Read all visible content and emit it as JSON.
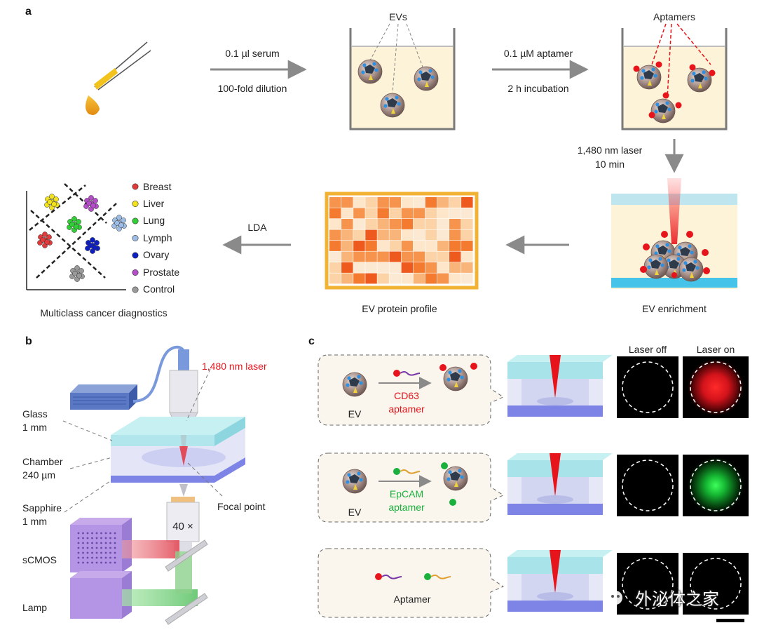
{
  "panels": {
    "a": "a",
    "b": "b",
    "c": "c"
  },
  "panel_a": {
    "step1_line1": "0.1 µl serum",
    "step1_line2": "100-fold dilution",
    "evs_label": "EVs",
    "step2_line1": "0.1 µM aptamer",
    "step2_line2": "2 h incubation",
    "aptamers_label": "Aptamers",
    "laser_line1": "1,480 nm laser",
    "laser_line2": "10 min",
    "enrichment_label": "EV enrichment",
    "profile_label": "EV protein profile",
    "lda_label": "LDA",
    "diagnostics_label": "Multiclass cancer diagnostics",
    "legend": [
      {
        "name": "Breast",
        "color": "#e03a3a"
      },
      {
        "name": "Liver",
        "color": "#f2e21c"
      },
      {
        "name": "Lung",
        "color": "#2fcf35"
      },
      {
        "name": "Lymph",
        "color": "#9dbde6"
      },
      {
        "name": "Ovary",
        "color": "#0e1fc2"
      },
      {
        "name": "Prostate",
        "color": "#b44ec8"
      },
      {
        "name": "Control",
        "color": "#9a9a9a"
      }
    ]
  },
  "panel_b": {
    "laser_label": "1,480 nm laser",
    "glass_line1": "Glass",
    "glass_line2": "1 mm",
    "chamber_line1": "Chamber",
    "chamber_line2": "240 µm",
    "sapphire_line1": "Sapphire",
    "sapphire_line2": "1 mm",
    "focal_label": "Focal point",
    "objective_label": "40 ×",
    "scmos_label": "sCMOS",
    "lamp_label": "Lamp"
  },
  "panel_c": {
    "laser_off": "Laser off",
    "laser_on": "Laser on",
    "row1_ev": "EV",
    "row1_aptamer_line1": "CD63",
    "row1_aptamer_line2": "aptamer",
    "row2_ev": "EV",
    "row2_aptamer_line1": "EpCAM",
    "row2_aptamer_line2": "aptamer",
    "row3_label": "Aptamer"
  },
  "watermark": "外泌体之家",
  "colors": {
    "arrow": "#8a8a8a",
    "liquid": "#fdf3d8",
    "heat_border": "#f2b233",
    "laser_red": "#e8141b",
    "signal_green": "#19b13c",
    "chamber_blue": "#7d84e6",
    "glass_cyan": "#a9e3ea"
  }
}
